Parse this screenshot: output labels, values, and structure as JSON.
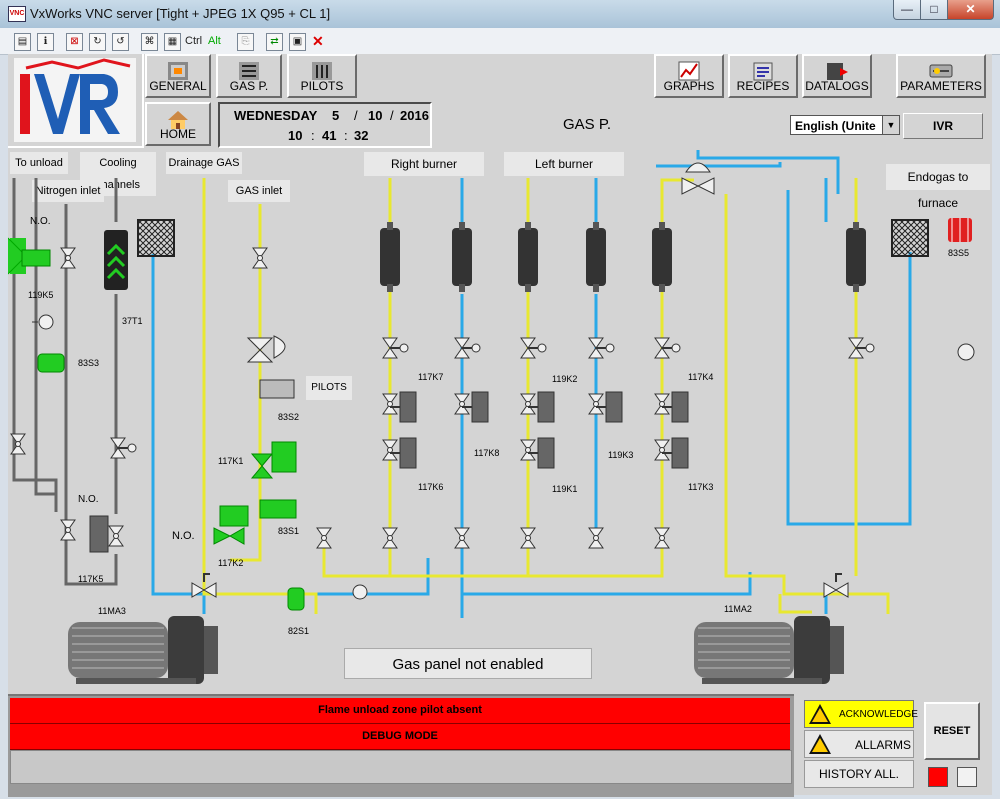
{
  "window": {
    "title": "VxWorks VNC server [Tight + JPEG 1X Q95 + CL 1]",
    "minimize_glyph": "—",
    "maximize_glyph": "□",
    "close_glyph": "✕"
  },
  "toolbar": {
    "ctrl_label": "Ctrl",
    "alt_label": "Alt"
  },
  "nav": {
    "general": "GENERAL",
    "gas_p": "GAS P.",
    "pilots": "PILOTS",
    "home": "HOME",
    "graphs": "GRAPHS",
    "recipes": "RECIPES",
    "datalogs": "DATALOGS",
    "parameters": "PARAMETERS"
  },
  "datetime": {
    "weekday": "WEDNESDAY",
    "day": "5",
    "month": "10",
    "year": "2016",
    "hh": "10",
    "mm": "41",
    "ss": "32",
    "sep": "/",
    "tsep": ":"
  },
  "page_title": "GAS P.",
  "language": "English (Unite",
  "user": "IVR",
  "diagram_labels": {
    "to_unload": "To unload",
    "cooling_channels": "Cooling channels",
    "drainage_gas": "Drainage GAS",
    "nitrogen_inlet": "Nitrogen inlet",
    "gas_inlet": "GAS inlet",
    "right_burner": "Right burner",
    "left_burner": "Left burner",
    "endogas": "Endogas to furnace",
    "pilots": "PILOTS"
  },
  "tags": {
    "no1": "N.O.",
    "no2": "N.O.",
    "no3": "N.O.",
    "t119k5": "119K5",
    "t83s3": "83S3",
    "t37t1": "37T1",
    "t117k5": "117K5",
    "t11ma3": "11MA3",
    "t83s2": "83S2",
    "t117k1": "117K1",
    "t83s1": "83S1",
    "t117k2": "117K2",
    "t82s1": "82S1",
    "t117k7": "117K7",
    "t117k6": "117K6",
    "t117k8": "117K8",
    "t119k2": "119K2",
    "t119k1": "119K1",
    "t119k3": "119K3",
    "t117k4": "117K4",
    "t117k3": "117K3",
    "t83s5": "83S5",
    "t11ma2": "11MA2"
  },
  "status_message": "Gas panel not enabled",
  "alarms": {
    "row1": "Flame unload zone pilot absent",
    "row2": "DEBUG MODE"
  },
  "alarm_buttons": {
    "acknowledge": "ACKNOWLEDGE",
    "allarms": "ALLARMS",
    "history": "HISTORY ALL.",
    "reset": "RESET"
  },
  "colors": {
    "gas_pipe": "#ffff00",
    "water_pipe": "#00a0ff",
    "active_valve": "#22cc22",
    "alarm_red": "#ff0000",
    "ack_yellow": "#ffff00"
  },
  "icons": [
    "general-icon",
    "gas-panel-icon",
    "pilots-icon",
    "home-icon",
    "graphs-icon",
    "recipes-icon",
    "datalogs-icon",
    "parameters-icon",
    "warning-icon"
  ]
}
